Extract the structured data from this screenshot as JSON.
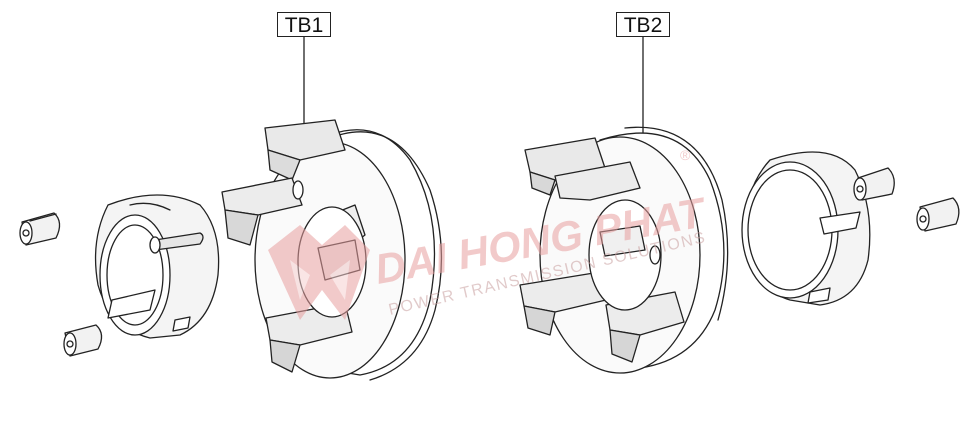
{
  "labels": {
    "tb1": "TB1",
    "tb2": "TB2"
  },
  "watermark": {
    "brand": "DAI HONG PHAT",
    "tagline": "POWER TRANSMISSION SOLUTIONS",
    "registered": "®",
    "color": "#e8a0a0"
  },
  "colors": {
    "line": "#222222",
    "shade": "#dcdcdc",
    "light": "#f2f2f2"
  }
}
